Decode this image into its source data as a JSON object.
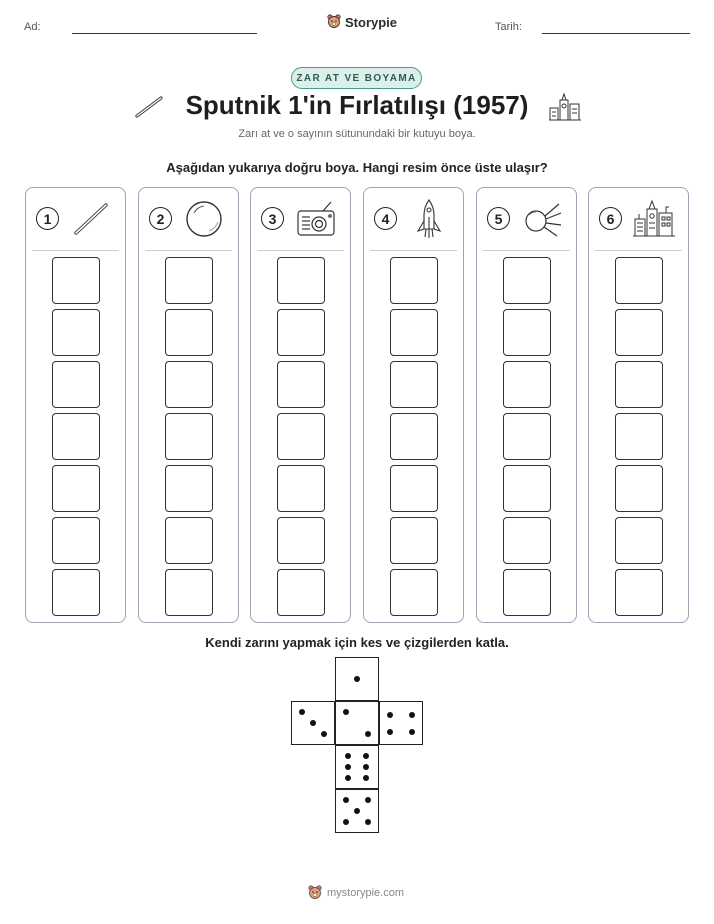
{
  "header": {
    "name_label": "Ad:",
    "date_label": "Tarih:",
    "brand": "Storypie"
  },
  "badge": "ZAR AT VE BOYAMA",
  "title": "Sputnik 1'in Fırlatılışı (1957)",
  "subtitle": "Zarı at ve o sayının sütunundaki bir kutuyu boya.",
  "instruction": "Aşağıdan yukarıya doğru boya. Hangi resim önce üste ulaşır?",
  "columns": [
    {
      "number": "1",
      "icon": "antenna-rod-icon"
    },
    {
      "number": "2",
      "icon": "sphere-icon"
    },
    {
      "number": "3",
      "icon": "radio-icon"
    },
    {
      "number": "4",
      "icon": "rocket-icon"
    },
    {
      "number": "5",
      "icon": "sputnik-satellite-icon"
    },
    {
      "number": "6",
      "icon": "launch-base-icon"
    }
  ],
  "boxes_per_column": 7,
  "cut_instruction": "Kendi zarını yapmak için kes ve çizgilerden katla.",
  "dice_net": [
    1,
    3,
    2,
    4,
    6,
    5
  ],
  "footer": "mystorypie.com"
}
